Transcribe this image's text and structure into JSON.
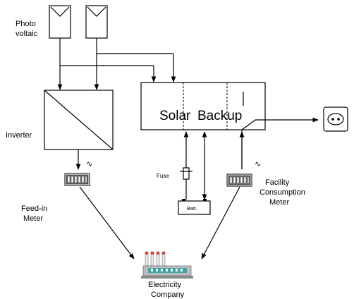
{
  "labels": {
    "photovoltaic_line1": "Photo",
    "photovoltaic_line2": "voltaic",
    "inverter": "Inverter",
    "solar_backup_left": "Solar",
    "solar_backup_right": "Backup",
    "feed_in_line1": "Feed-in",
    "feed_in_line2": "Meter",
    "fuse": "Fuse",
    "battery": "Batt.",
    "facility_line1": "Facility",
    "facility_line2": "Consumption",
    "facility_line3": "Meter",
    "electricity_line1": "Electricity",
    "electricity_line2": "Company"
  },
  "symbols": {
    "ac": "∿"
  },
  "icons": [
    "pv-panel-icon",
    "inverter-icon",
    "meter-icon",
    "battery-icon",
    "fuse-icon",
    "outlet-icon",
    "power-plant-icon"
  ]
}
